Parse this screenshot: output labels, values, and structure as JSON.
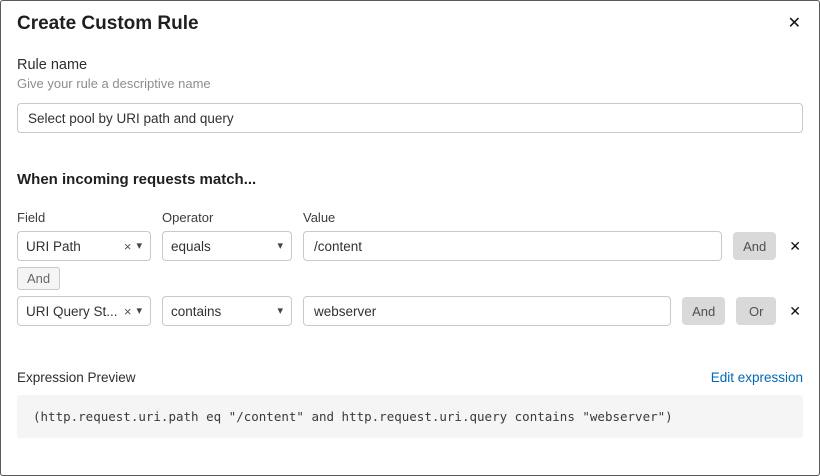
{
  "modal": {
    "title": "Create Custom Rule"
  },
  "icons": {
    "close": "✕",
    "caret": "▾",
    "clear": "×",
    "remove": "✕"
  },
  "rule_name": {
    "label": "Rule name",
    "helper": "Give your rule a descriptive name",
    "value": "Select pool by URI path and query"
  },
  "match": {
    "heading": "When incoming requests match...",
    "columns": {
      "field": "Field",
      "operator": "Operator",
      "value": "Value"
    },
    "connector": "And",
    "rows": [
      {
        "field": "URI Path",
        "operator": "equals",
        "value": "/content",
        "and_label": "And"
      },
      {
        "field": "URI Query St...",
        "operator": "contains",
        "value": "webserver",
        "and_label": "And",
        "or_label": "Or"
      }
    ]
  },
  "expression": {
    "label": "Expression Preview",
    "edit_link": "Edit expression",
    "code": "(http.request.uri.path eq \"/content\" and http.request.uri.query contains \"webserver\")"
  },
  "colors": {
    "link": "#0069b3",
    "button_bg": "#d9d9d9",
    "code_bg": "#f5f5f5"
  }
}
